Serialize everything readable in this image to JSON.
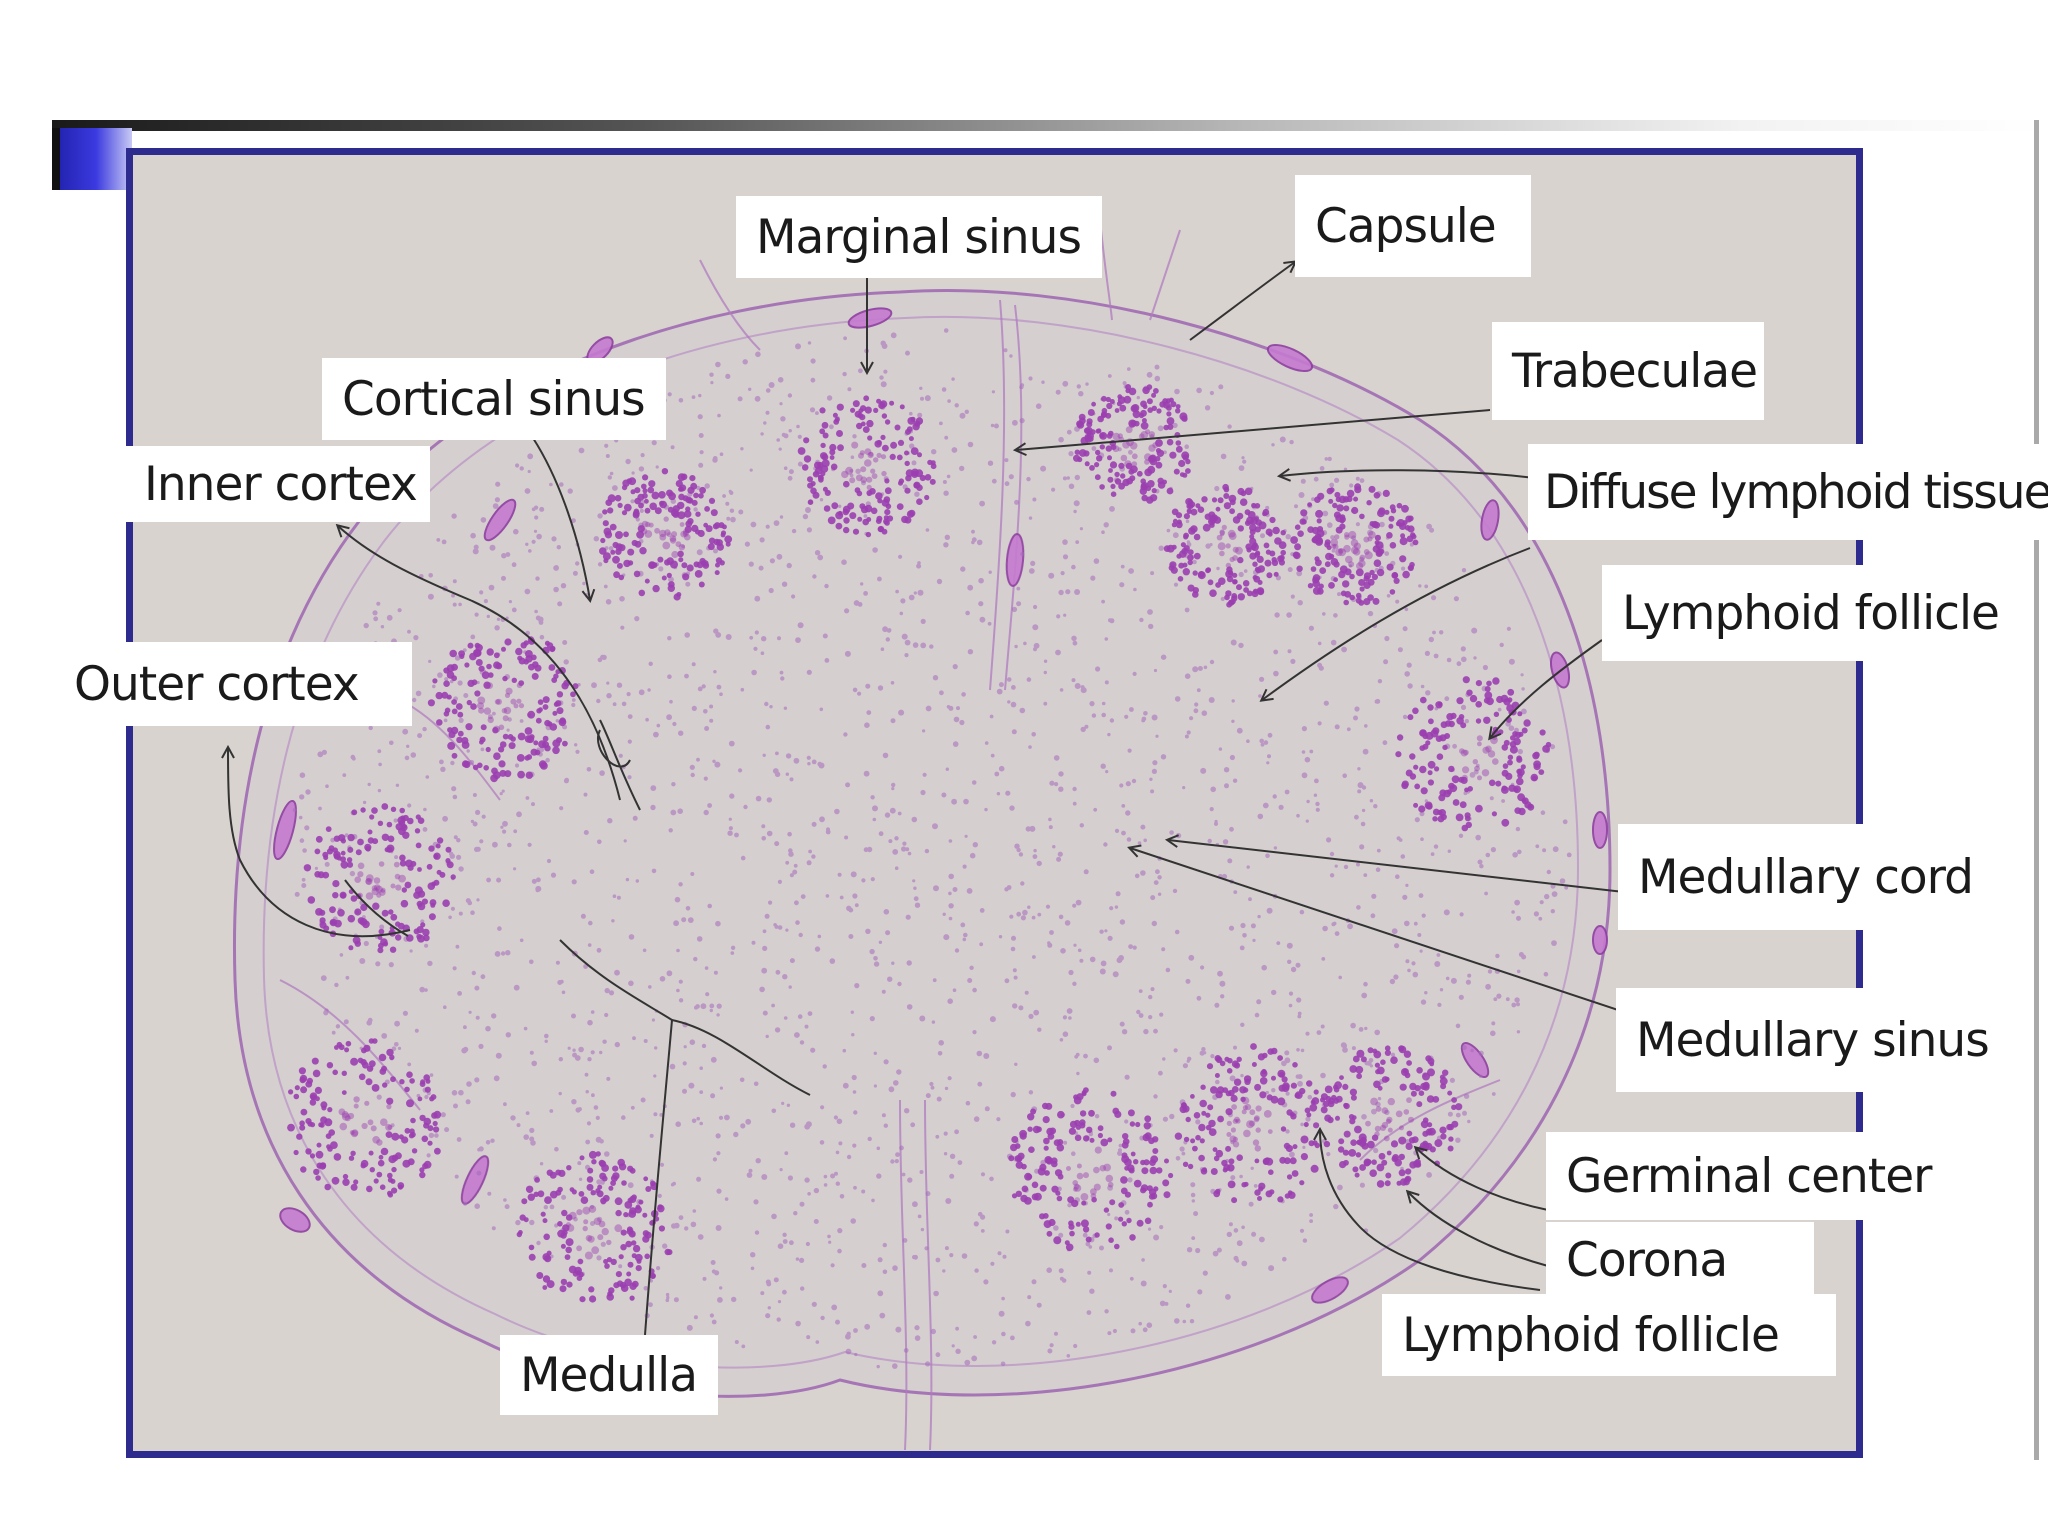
{
  "labels": {
    "marginal_sinus": "Marginal sinus",
    "capsule": "Capsule",
    "trabeculae": "Trabeculae",
    "cortical_sinus": "Cortical sinus",
    "inner_cortex": "Inner cortex",
    "diffuse_lymphoid_tissue": "Diffuse lymphoid tissue",
    "lymphoid_follicle_right": "Lymphoid follicle",
    "outer_cortex": "Outer cortex",
    "medullary_cord": "Medullary cord",
    "medullary_sinus": "Medullary sinus",
    "germinal_center": "Germinal center",
    "corona": "Corona",
    "lymphoid_follicle_bottom": "Lymphoid follicle",
    "medulla": "Medulla"
  },
  "colors": {
    "frame_border": "#2d2c8e",
    "tissue_background": "#d8d3cf",
    "stain": "#9b3fb0",
    "capsule_stain": "#c06cc8"
  }
}
